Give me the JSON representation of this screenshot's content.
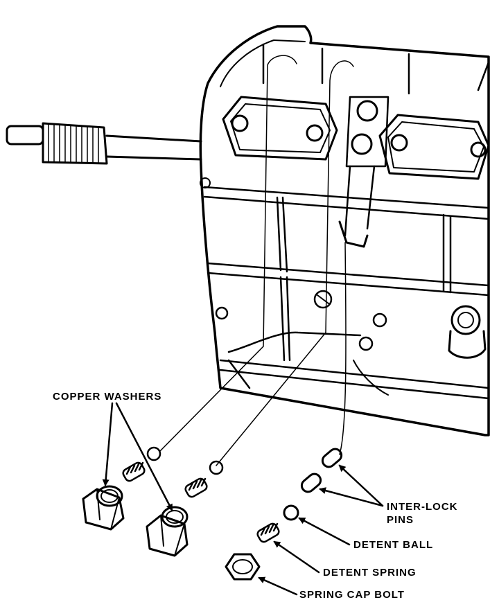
{
  "labels": {
    "copper_washers": "COPPER WASHERS",
    "interlock_pins_line1": "INTER-LOCK",
    "interlock_pins_line2": "PINS",
    "detent_ball": "DETENT BALL",
    "detent_spring": "DETENT SPRING",
    "spring_cap_bolt": "SPRING CAP BOLT"
  },
  "colors": {
    "ink": "#000000",
    "paper": "#ffffff"
  }
}
